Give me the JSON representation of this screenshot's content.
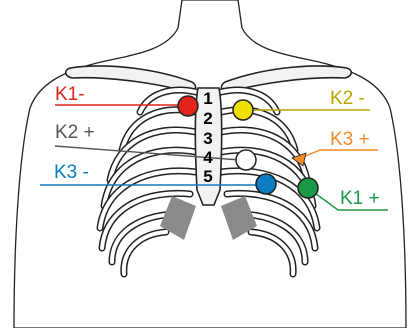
{
  "labels": {
    "k1_minus": "K1-",
    "k2_minus": "K2 -",
    "k2_plus": "K2 +",
    "k3_plus": "K3 +",
    "k3_minus": "K3 -",
    "k1_plus": "K1 +"
  },
  "intercostal_numbers": [
    "1",
    "2",
    "3",
    "4",
    "5"
  ],
  "colors": {
    "k1_minus": "#e2231a",
    "k2_minus": "#f0e000",
    "k2_plus": "#ffffff",
    "k3_plus": "#f28c28",
    "k3_minus": "#0a7cc1",
    "k1_plus": "#1a9a46",
    "k1_minus_text": "#e2231a",
    "k2_minus_text": "#b8a600",
    "k2_plus_text": "#555555",
    "k3_plus_text": "#f28c28",
    "k3_minus_text": "#0a7cc1",
    "k1_plus_text": "#1a9a46"
  }
}
